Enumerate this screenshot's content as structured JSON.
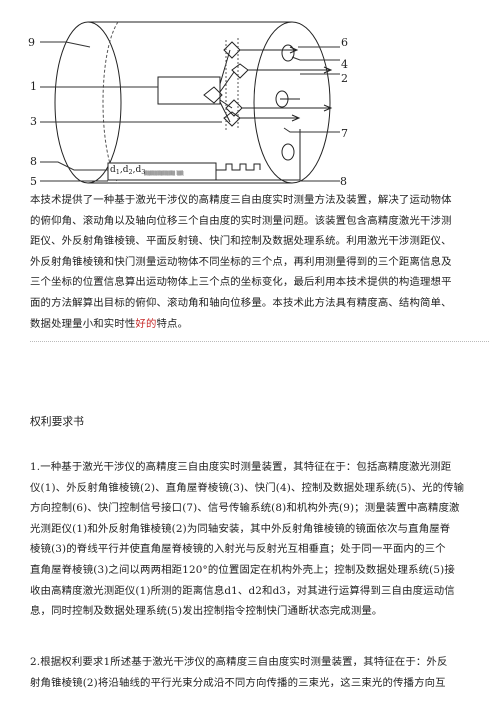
{
  "figure": {
    "labels": {
      "n9": "9",
      "n1": "1",
      "n3": "3",
      "n8l": "8",
      "n5": "5",
      "n6": "6",
      "n4": "4",
      "n2": "2",
      "n7": "7",
      "n8r": "8",
      "d_main": "d",
      "d_s1": "1",
      "d_sep1": ",d",
      "d_s2": "2",
      "d_sep2": ",d",
      "d_s3": "3"
    }
  },
  "abstract": {
    "lines": [
      "本技术提供了一种基于激光干涉仪的高精度三自由度实时测量方法及装置，解决了运动物体",
      "的俯仰角、滚动角以及轴向位移三个自由度的实时测量问题。该装置包含高精度激光干涉测",
      "距仪、外反射角锥棱镜、平面反射镜、快门和控制及数据处理系统。利用激光干涉测距仪、",
      "外反射角锥棱镜和快门测量运动物体不同坐标的三个点，再利用测量得到的三个距离信息及",
      "三个坐标的位置信息算出运动物体上三个点的坐标变化，最后利用本技术提供的构造理想平",
      "面的方法解算出目标的俯仰、滚动角和轴向位移量。本技术此方法具有精度高、结构简单、"
    ],
    "last_line_pre": "数据处理量小和实时性",
    "last_line_highlight": "好的",
    "last_line_post": "特点。"
  },
  "claims": {
    "title": "权利要求书",
    "claim1_lines": [
      "1.一种基于激光干涉仪的高精度三自由度实时测量装置，其特征在于：包括高精度激光测距",
      "仪(1)、外反射角锥棱镜(2)、直角屋脊棱镜(3)、快门(4)、控制及数据处理系统(5)、光的传输",
      "方向控制(6)、快门控制信号接口(7)、信号传输系统(8)和机构外壳(9)；测量装置中高精度激",
      "光测距仪(1)和外反射角锥棱镜(2)为同轴安装，其中外反射角锥棱镜的镜面依次与直角屋脊",
      "棱镜(3)的脊线平行并使直角屋脊棱镜的入射光与反射光互相垂直；处于同一平面内的三个",
      "直角屋脊棱镜(3)之间以两两相距120°的位置固定在机构外壳上；控制及数据处理系统(5)接",
      "收由高精度激光测距仪(1)所测的距离信息d1、d2和d3，对其进行运算得到三自由度运动信",
      "息，同时控制及数据处理系统(5)发出控制指令控制快门通断状态完成测量。"
    ],
    "claim2_lines": [
      "2.根据权利要求1所述基于激光干涉仪的高精度三自由度实时测量装置，其特征在于：外反",
      "射角锥棱镜(2)将沿轴线的平行光束分成沿不同方向传播的三束光，这三束光的传播方向互"
    ]
  }
}
